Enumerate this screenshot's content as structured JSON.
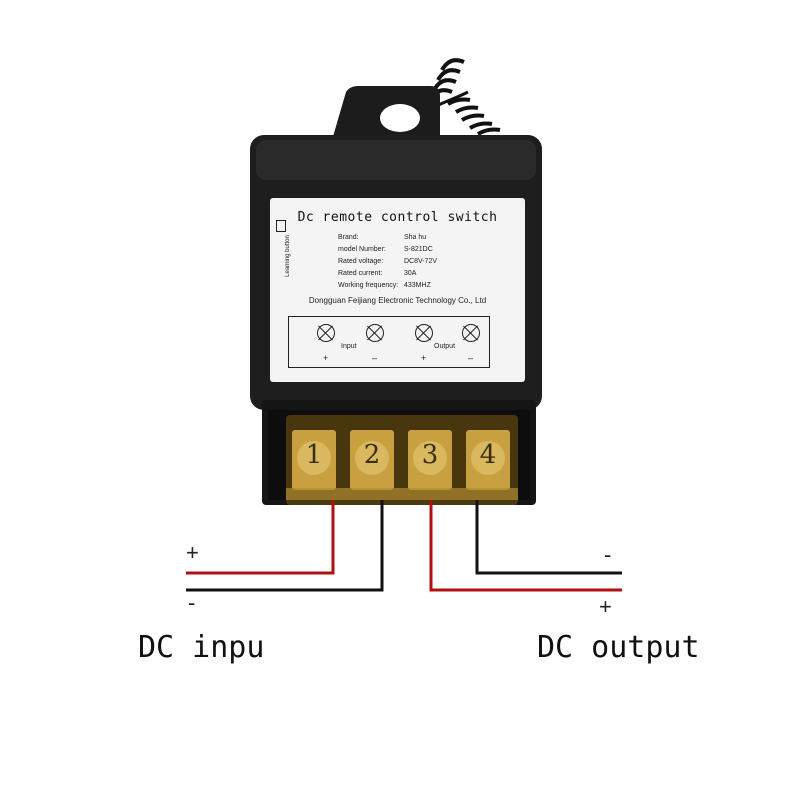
{
  "device": {
    "title": "Dc remote control switch",
    "specs": [
      {
        "key": "Brand:",
        "value": "Sha hu"
      },
      {
        "key": "model Number:",
        "value": "S-821DC"
      },
      {
        "key": "Rated voltage:",
        "value": "DC8V-72V"
      },
      {
        "key": "Rated current:",
        "value": "30A"
      },
      {
        "key": "Working frequency:",
        "value": "433MHZ"
      }
    ],
    "company": "Dongguan Feijiang Electronic Technology Co., Ltd",
    "learning_button": "Learning button",
    "groups": {
      "input": "Input",
      "output": "Output"
    },
    "polarities": [
      "+",
      "–",
      "+",
      "–"
    ],
    "terminals": [
      "1",
      "2",
      "3",
      "4"
    ]
  },
  "wiring": {
    "input_plus": "+",
    "input_minus": "-",
    "output_minus": "-",
    "output_plus": "+",
    "input_label": "DC inpu",
    "output_label": "DC output",
    "colors": {
      "positive": "#b01010",
      "negative": "#111111"
    }
  }
}
